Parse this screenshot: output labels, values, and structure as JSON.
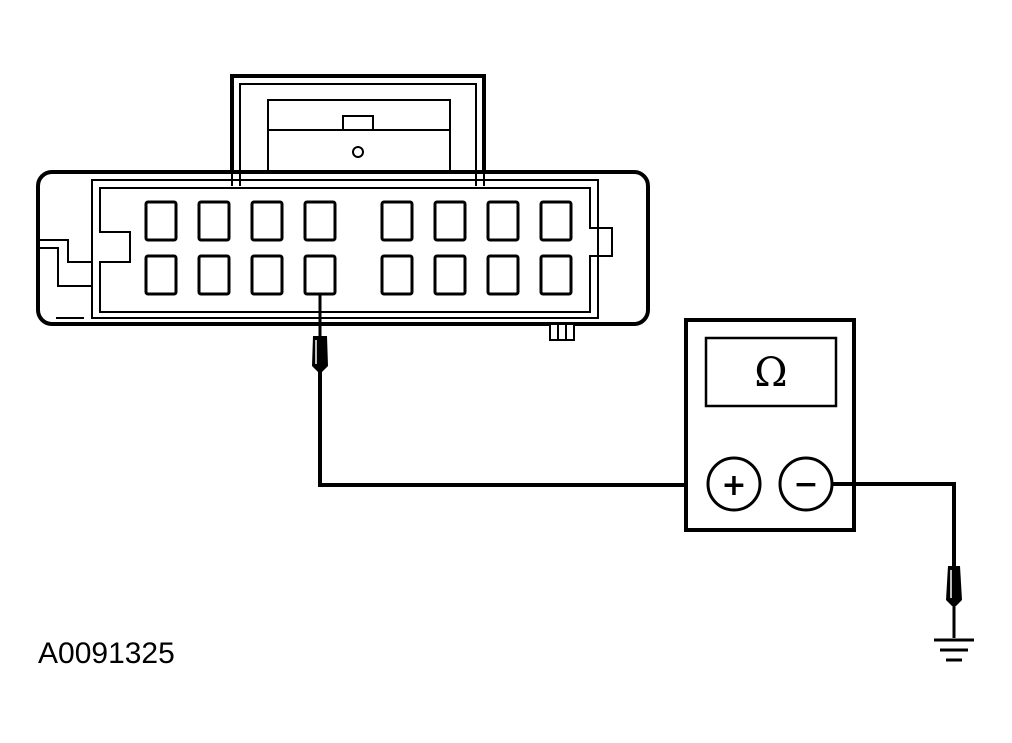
{
  "figure_id": "A0091325",
  "meter": {
    "display_symbol": "Ω",
    "positive_terminal_label": "+",
    "negative_terminal_label": "−"
  },
  "connector": {
    "pin_rows": 2,
    "pins_per_row": 8,
    "probed_pin": "row 2, pin 4"
  }
}
